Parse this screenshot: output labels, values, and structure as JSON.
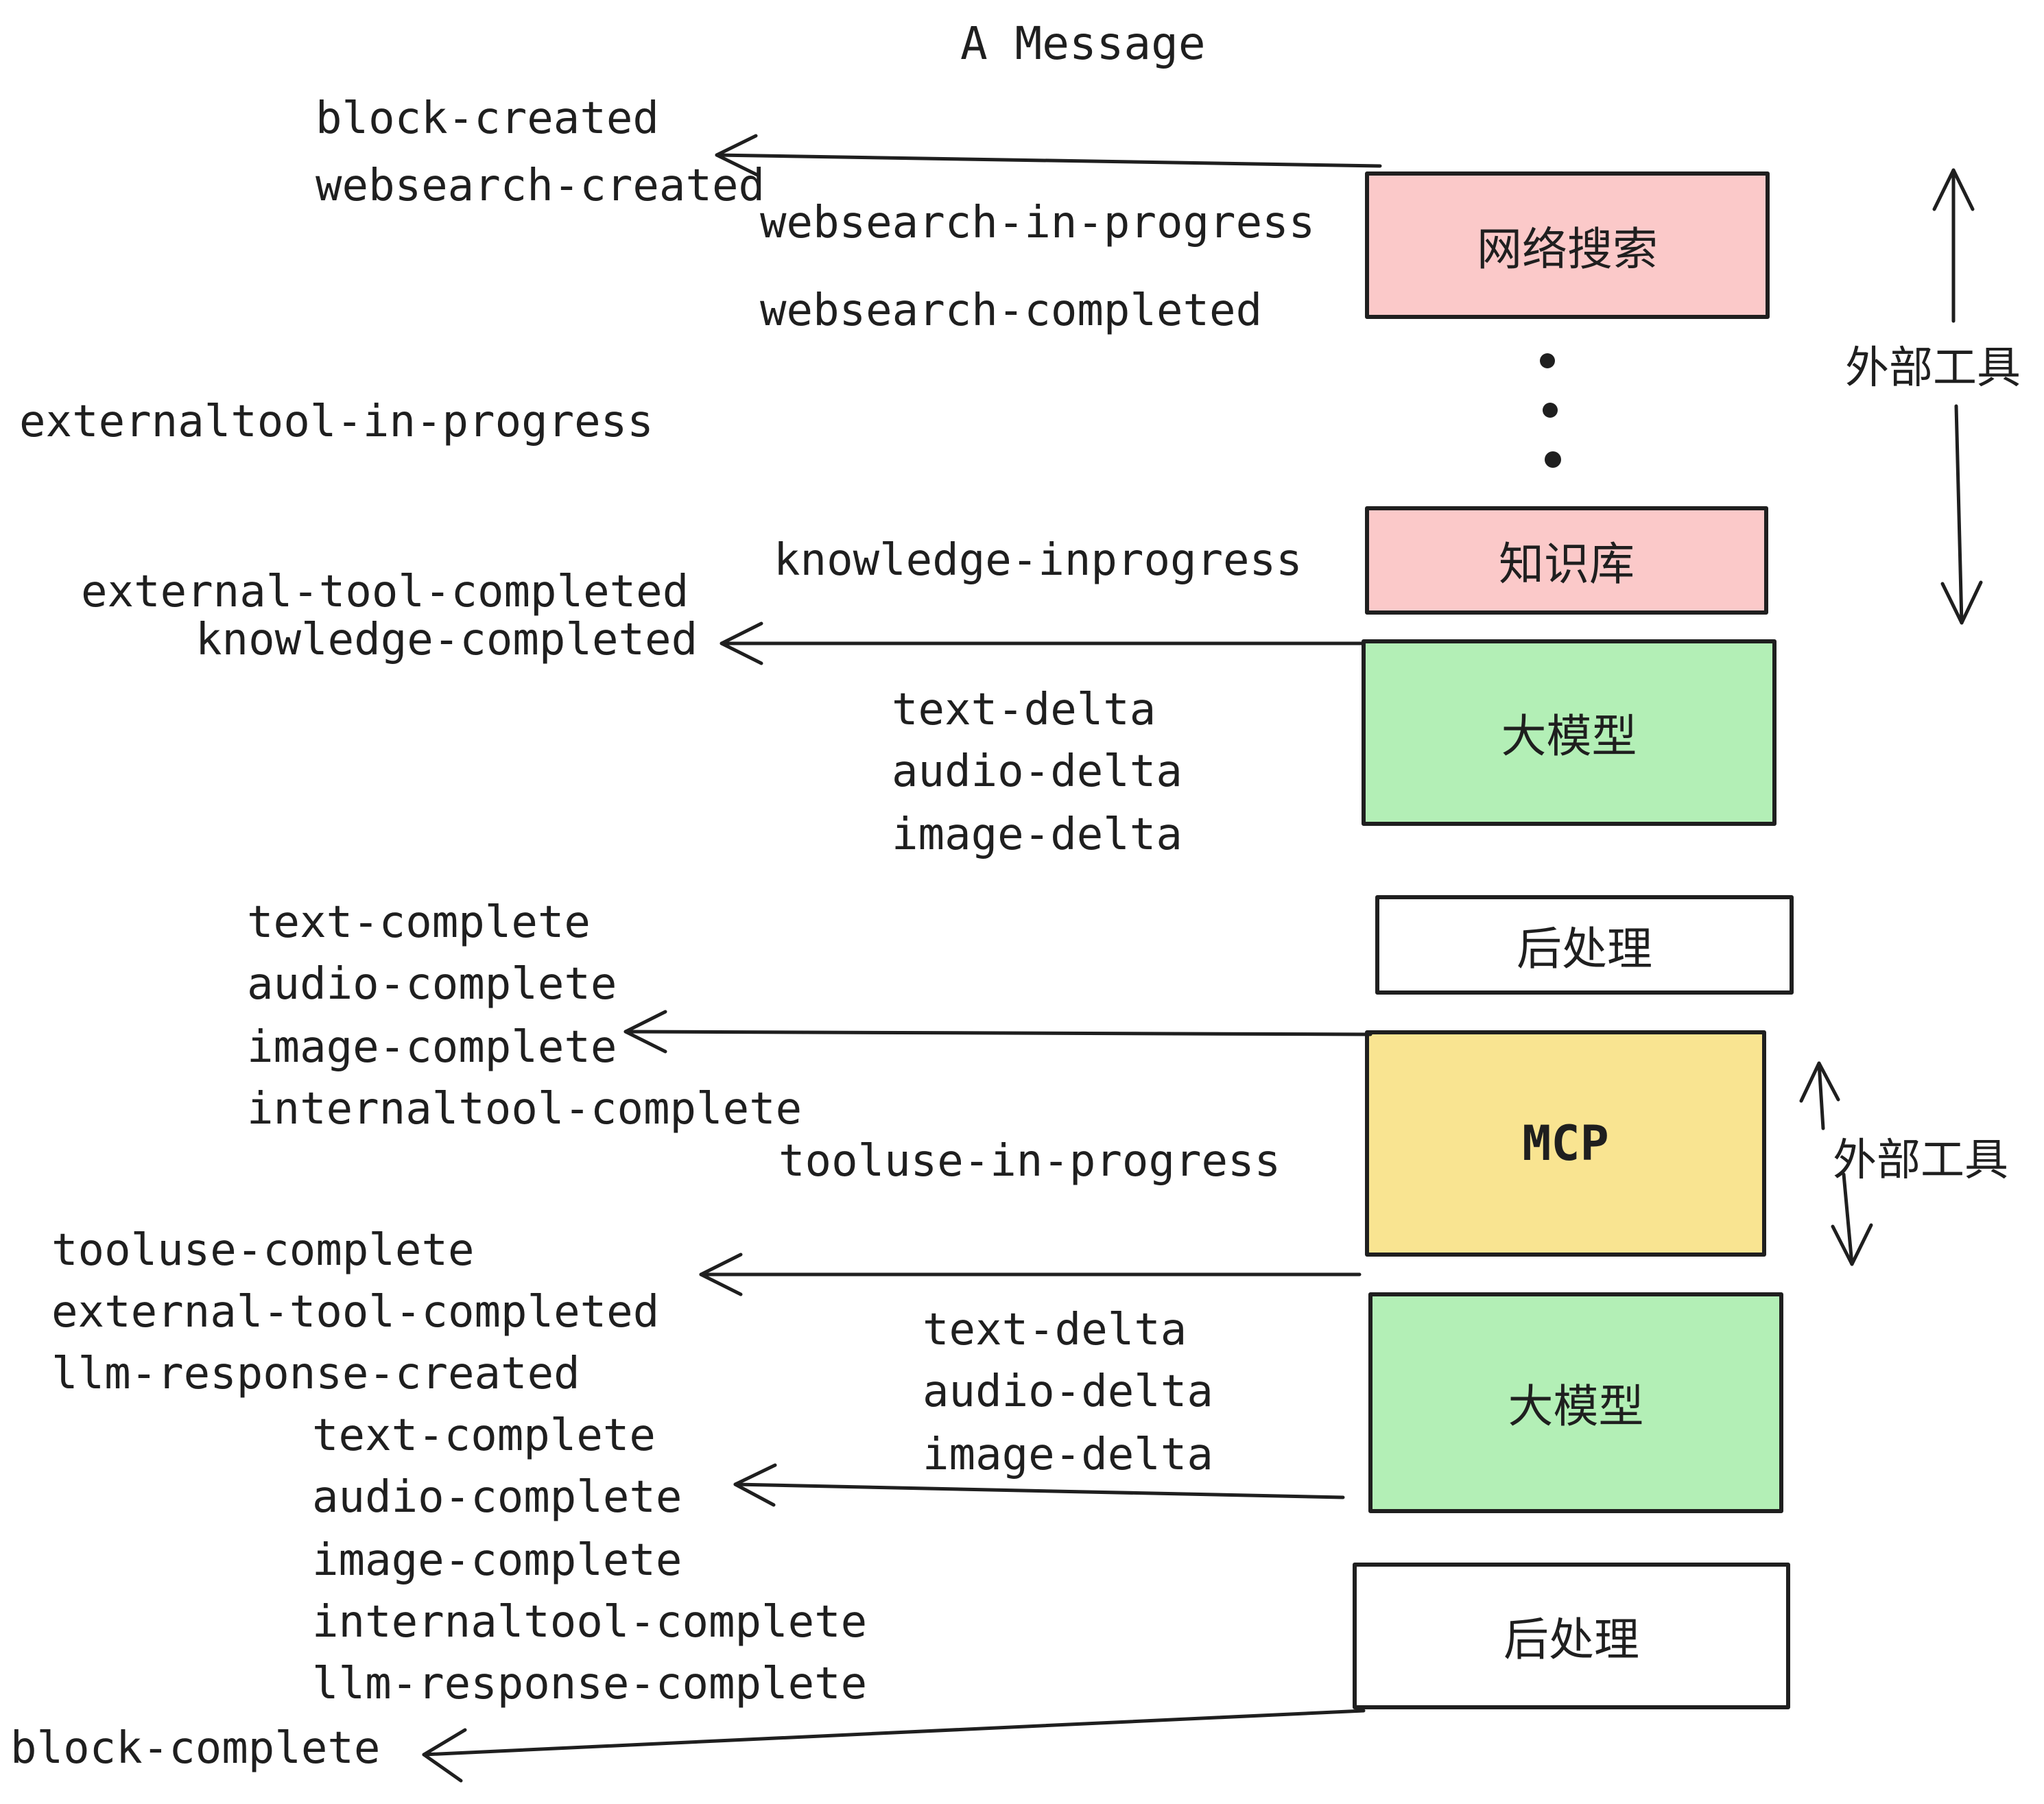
{
  "title": "A Message",
  "colors": {
    "pink": "#fbc9c9",
    "green": "#b3efb6",
    "yellow": "#f9e491",
    "white": "#ffffff",
    "ink": "#1f1f1f"
  },
  "boxes": {
    "websearch": {
      "label": "网络搜索"
    },
    "knowledge": {
      "label": "知识库"
    },
    "llm1": {
      "label": "大模型"
    },
    "post1": {
      "label": "后处理"
    },
    "mcp": {
      "label": "MCP"
    },
    "llm2": {
      "label": "大模型"
    },
    "post2": {
      "label": "后处理"
    }
  },
  "annotations": {
    "external_tools_1": "外部工具",
    "external_tools_2": "外部工具"
  },
  "events": {
    "block_created": "block-created",
    "websearch_created": "websearch-created",
    "websearch_in_progress": "websearch-in-progress",
    "websearch_completed": "websearch-completed",
    "externaltool_in_progress": "externaltool-in-progress",
    "external_tool_completed": "external-tool-completed",
    "knowledge_inprogress": "knowledge-inprogress",
    "knowledge_completed": "knowledge-completed",
    "text_delta": "text-delta",
    "audio_delta": "audio-delta",
    "image_delta": "image-delta",
    "text_complete": "text-complete",
    "audio_complete": "audio-complete",
    "image_complete": "image-complete",
    "internaltool_complete": "internaltool-complete",
    "tooluse_in_progress": "tooluse-in-progress",
    "tooluse_complete": "tooluse-complete",
    "llm_response_created": "llm-response-created",
    "llm_response_complete": "llm-response-complete",
    "block_complete": "block-complete"
  }
}
